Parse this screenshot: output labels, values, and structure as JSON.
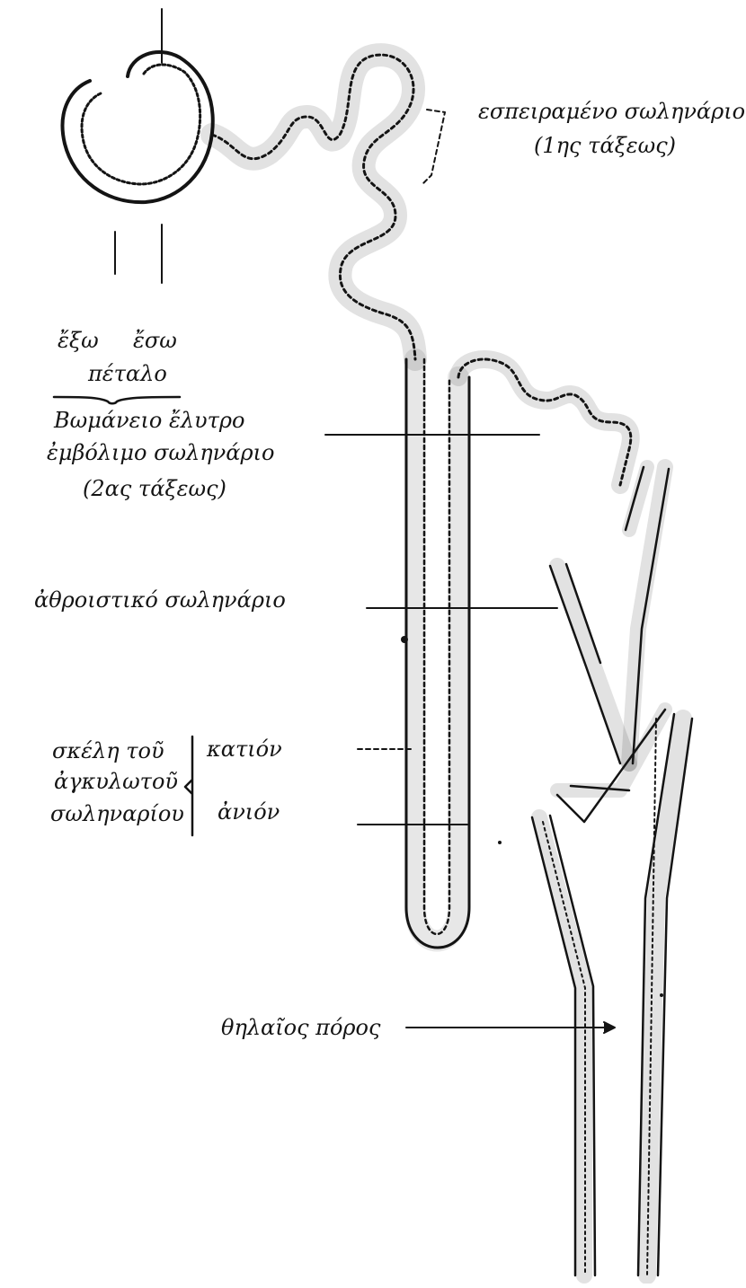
{
  "labels": {
    "convoluted_1": "εσπειραμένο σωληνάριο",
    "convoluted_1_order": "(1ης τάξεως)",
    "outer": "ἔξω",
    "inner": "ἔσω",
    "petal": "πέταλο",
    "bowman": "Βωμάνειο ἔλυτρο",
    "intercalated": "ἐμβόλιμο σωληνάριο",
    "intercalated_order": "(2ας τάξεως)",
    "collecting": "ἀθροιστικό σωληνάριο",
    "limbs_1": "σκέλη τοῦ",
    "limbs_2": "ἀγκυλωτοῦ",
    "limbs_3": "σωληναρίου",
    "descending": "κατιόν",
    "ascending": "ἀνιόν",
    "papillary_duct": "θηλαῖος πόρος"
  },
  "colors": {
    "ink": "#141414",
    "paper": "#ffffff"
  }
}
